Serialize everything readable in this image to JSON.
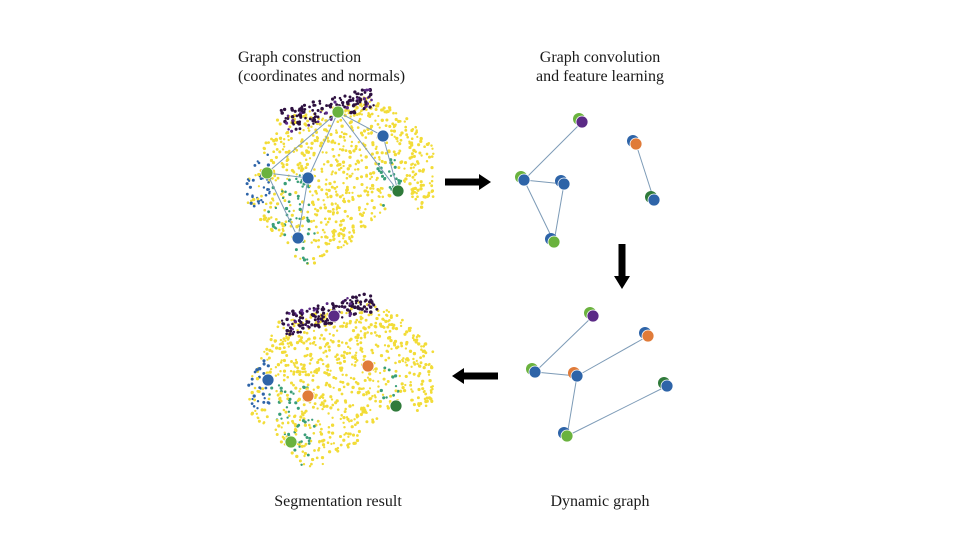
{
  "labels": {
    "construction": [
      "Graph construction",
      "(coordinates and normals)"
    ],
    "convolution": [
      "Graph convolution",
      "and feature learning"
    ],
    "segmentation": "Segmentation result",
    "dynamic": "Dynamic graph"
  },
  "colors": {
    "purple": "#5b2a86",
    "dark_purple": "#2e1140",
    "blue": "#2e64a8",
    "green": "#6ab23e",
    "dark_green": "#2f7a3a",
    "teal": "#3a9e78",
    "orange": "#e07b39",
    "yellow": "#f2dc38",
    "edge": "#7d9bb7",
    "arrow": "#000000"
  },
  "arrows": [
    {
      "direction": "right"
    },
    {
      "direction": "down"
    },
    {
      "direction": "left"
    }
  ]
}
